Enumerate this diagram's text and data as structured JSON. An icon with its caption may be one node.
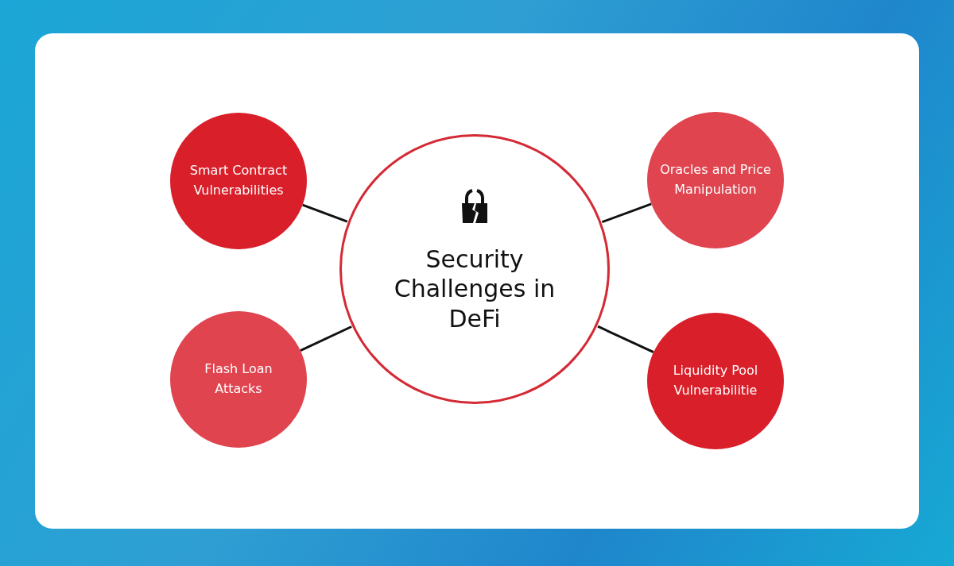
{
  "diagram": {
    "nodes": [
      {
        "text": [
          "Security Challenges in DeFi"
        ]
      },
      {
        "text": [
          "Smart Contract Vulnerabilities"
        ]
      },
      {
        "text": [
          "Oracles and Price Manipulation"
        ]
      },
      {
        "text": [
          "Flash Loan Attacks"
        ]
      },
      {
        "text": [
          "Liquidity Pool Vulnerabilitie"
        ]
      }
    ],
    "edges": [
      {
        "from": 0,
        "to": 1,
        "arrow": "none"
      },
      {
        "from": 0,
        "to": 2,
        "arrow": "none"
      },
      {
        "from": 0,
        "to": 3,
        "arrow": "none"
      },
      {
        "from": 0,
        "to": 4,
        "arrow": "none"
      }
    ]
  }
}
